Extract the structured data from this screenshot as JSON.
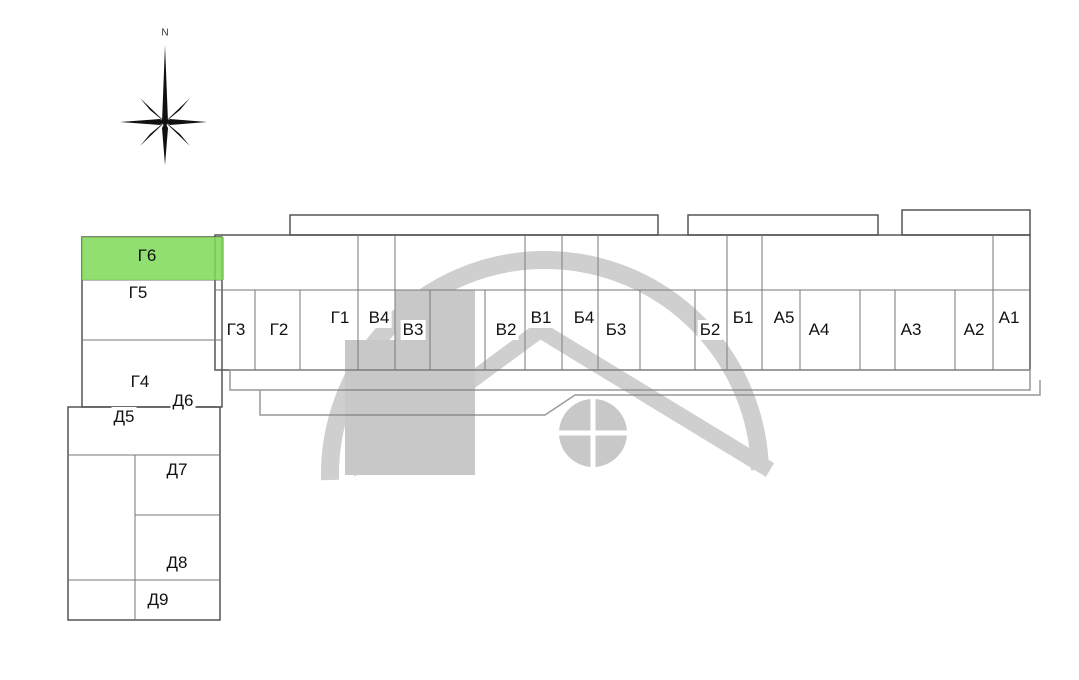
{
  "compass": {
    "label": "N"
  },
  "highlight_color": "#7ed957",
  "selected_apartment": "Г6",
  "apartments": {
    "g6": "Г6",
    "g5": "Г5",
    "g4": "Г4",
    "g3": "Г3",
    "g2": "Г2",
    "g1": "Г1",
    "d5": "Д5",
    "d6": "Д6",
    "d7": "Д7",
    "d8": "Д8",
    "d9": "Д9",
    "v4": "В4",
    "v3": "В3",
    "v2": "В2",
    "v1": "В1",
    "b4": "Б4",
    "b3": "Б3",
    "b2": "Б2",
    "b1": "Б1",
    "a5": "А5",
    "a4": "А4",
    "a3": "А3",
    "a2": "А2",
    "a1": "А1"
  }
}
